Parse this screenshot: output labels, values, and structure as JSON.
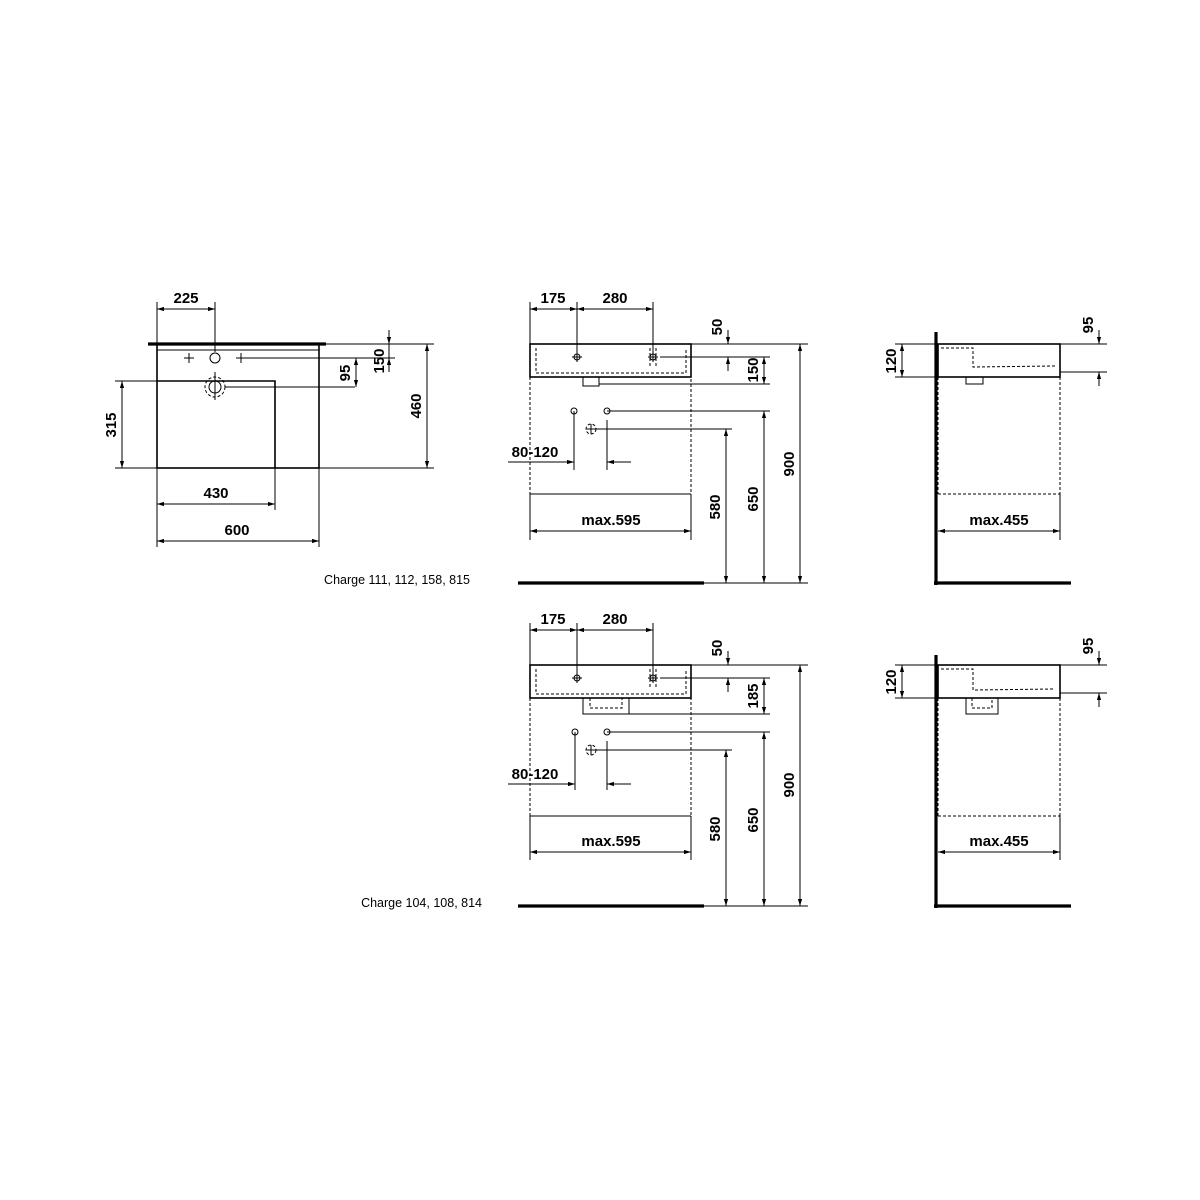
{
  "plan_view": {
    "dims": {
      "tap_offset": "225",
      "depth_to_tap": "150",
      "tap_to_drain": "95",
      "depth": "460",
      "bowl_depth": "315",
      "bowl_width": "430",
      "width": "600"
    }
  },
  "variant_1": {
    "caption": "Charge 111, 112, 158, 815",
    "front": {
      "dims": {
        "left_offset": "175",
        "spacing": "280",
        "top": "50",
        "hole_height": "150",
        "waste_height": "80-120",
        "cabinet_width": "max.595",
        "h1": "580",
        "h2": "650",
        "h3": "900"
      }
    },
    "side": {
      "dims": {
        "top": "95",
        "height": "120",
        "cabinet_depth": "max.455"
      }
    }
  },
  "variant_2": {
    "caption": "Charge 104, 108, 814",
    "front": {
      "dims": {
        "left_offset": "175",
        "spacing": "280",
        "top": "50",
        "hole_height": "185",
        "waste_height": "80-120",
        "cabinet_width": "max.595",
        "h1": "580",
        "h2": "650",
        "h3": "900"
      }
    },
    "side": {
      "dims": {
        "top": "95",
        "height": "120",
        "cabinet_depth": "max.455"
      }
    }
  }
}
